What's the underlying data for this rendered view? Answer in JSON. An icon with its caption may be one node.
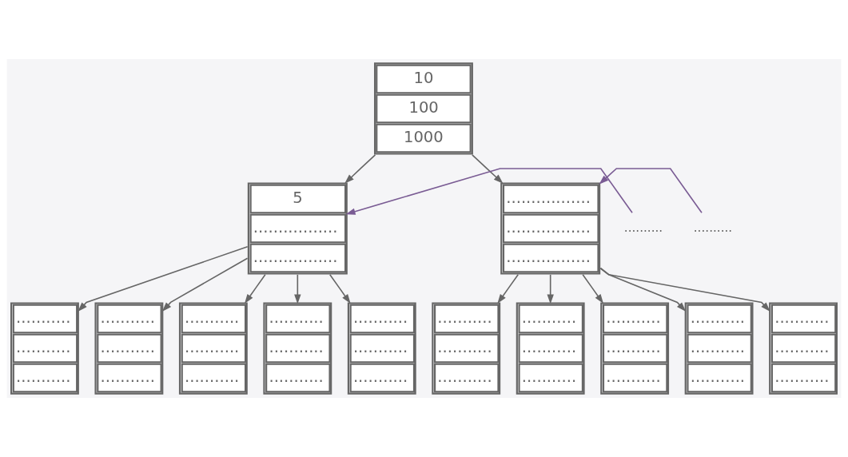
{
  "diagram": {
    "nodes": [
      {
        "text": [
          "10",
          "100",
          "1000"
        ]
      },
      {
        "text": [
          ".........."
        ]
      },
      {
        "text": [
          "5",
          ".................",
          "................."
        ]
      },
      {
        "text": [
          ".................",
          ".................",
          "................."
        ]
      },
      {
        "text": [
          ".........."
        ]
      },
      {
        "text": [
          "...........",
          "...........",
          "..........."
        ]
      },
      {
        "text": [
          "...........",
          "...........",
          "..........."
        ]
      },
      {
        "text": [
          "...........",
          "...........",
          "..........."
        ]
      },
      {
        "text": [
          "...........",
          "...........",
          "..........."
        ]
      },
      {
        "text": [
          "...........",
          "...........",
          "..........."
        ]
      },
      {
        "text": [
          "...........",
          "...........",
          "..........."
        ]
      },
      {
        "text": [
          "...........",
          "...........",
          "..........."
        ]
      },
      {
        "text": [
          "...........",
          "...........",
          "..........."
        ]
      },
      {
        "text": [
          "...........",
          "...........",
          "..........."
        ]
      },
      {
        "text": [
          "...........",
          "...........",
          "..........."
        ]
      }
    ],
    "edges": [
      {
        "from": 0,
        "to": 2,
        "arrow": "to"
      },
      {
        "from": 0,
        "to": 3,
        "arrow": "to"
      },
      {
        "from": 1,
        "to": 2,
        "arrow": "to",
        "color": "#7a5c94"
      },
      {
        "from": 4,
        "to": 3,
        "arrow": "to",
        "color": "#7a5c94"
      },
      {
        "from": 2,
        "to": 5,
        "arrow": "to"
      },
      {
        "from": 2,
        "to": 6,
        "arrow": "to"
      },
      {
        "from": 2,
        "to": 7,
        "arrow": "to"
      },
      {
        "from": 2,
        "to": 8,
        "arrow": "to"
      },
      {
        "from": 2,
        "to": 9,
        "arrow": "to"
      },
      {
        "from": 3,
        "to": 10,
        "arrow": "to"
      },
      {
        "from": 3,
        "to": 11,
        "arrow": "to"
      },
      {
        "from": 3,
        "to": 12,
        "arrow": "to"
      },
      {
        "from": 3,
        "to": 13,
        "arrow": "to"
      },
      {
        "from": 3,
        "to": 14,
        "arrow": "to"
      }
    ]
  }
}
